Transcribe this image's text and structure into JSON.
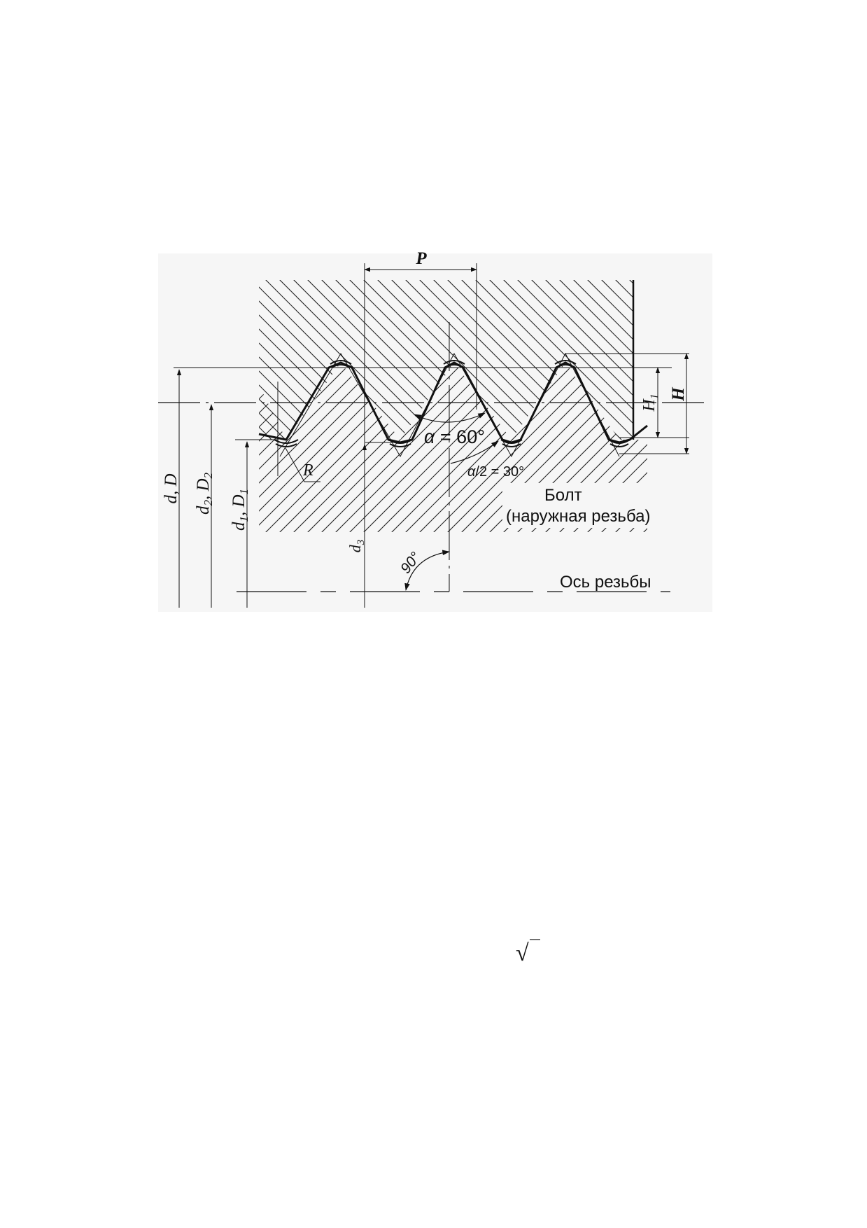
{
  "diagram": {
    "labels": {
      "pitch": "P",
      "major_diameter": "d, D",
      "pitch_diameter_main": "d",
      "pitch_diameter_sub1": "2",
      "pitch_diameter_mid": ", D",
      "pitch_diameter_sub2": "2",
      "minor_diameter_main": "d",
      "minor_diameter_sub1": "1",
      "minor_diameter_mid": ", D",
      "minor_diameter_sub2": "1",
      "root_diameter_main": "d",
      "root_diameter_sub": "3",
      "root_radius": "R",
      "thread_angle_symbol": "α",
      "thread_angle_value": " = 60°",
      "half_angle_symbol": "α",
      "half_angle_value": "/2 = 30°",
      "right_angle": "90°",
      "working_height_main": "H",
      "working_height_sub": "1",
      "profile_height": "H",
      "bolt_title": "Болт",
      "bolt_subtitle": "(наружная резьба)",
      "thread_axis": "Ось резьбы"
    },
    "colors": {
      "background": "#ffffff",
      "panel": "#f6f6f6",
      "ink": "#111111"
    }
  },
  "footer": {
    "radical_symbol": "√"
  }
}
